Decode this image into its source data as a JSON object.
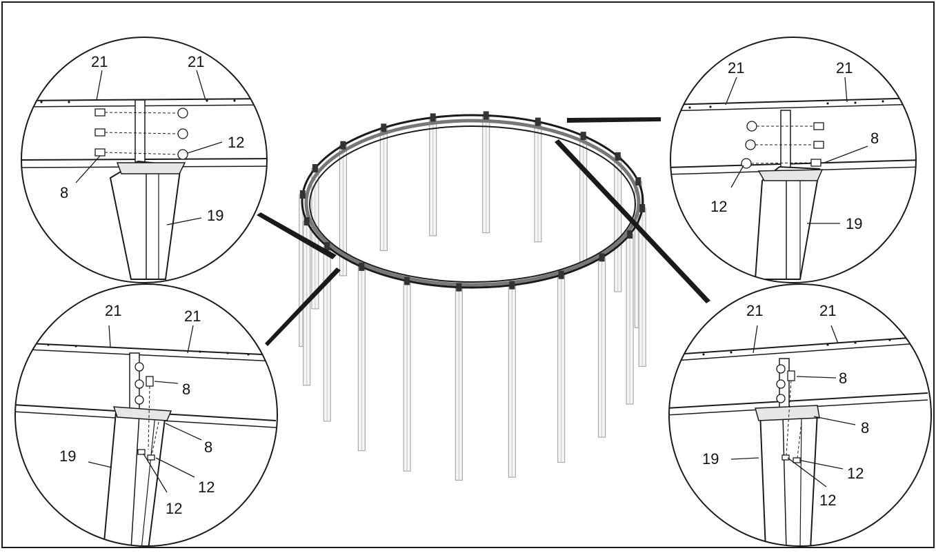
{
  "callouts": {
    "top_left": {
      "labels": [
        "21",
        "21",
        "12",
        "8",
        "19"
      ]
    },
    "top_right": {
      "labels": [
        "21",
        "21",
        "8",
        "12",
        "19"
      ]
    },
    "bottom_left": {
      "labels": [
        "21",
        "21",
        "8",
        "19",
        "8",
        "12",
        "12"
      ]
    },
    "bottom_right": {
      "labels": [
        "21",
        "21",
        "8",
        "19",
        "8",
        "12",
        "12"
      ]
    }
  },
  "colors": {
    "line": "#1a1a1a",
    "fill": "#ffffff",
    "shade": "#d8d8d8",
    "leg": "#b5b5b5"
  }
}
